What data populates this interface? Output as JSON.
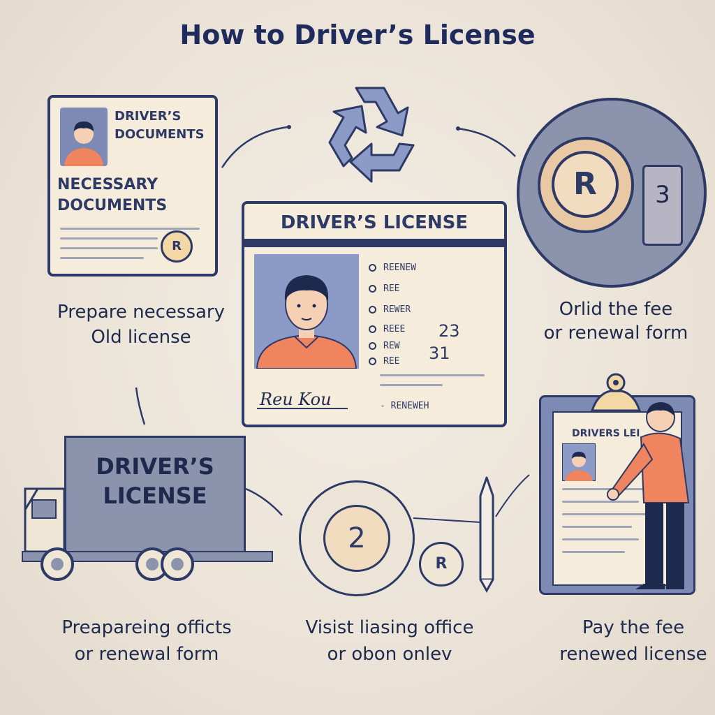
{
  "title": "How to Driver’s License",
  "doc_card": {
    "heading": "DRIVER’S DOCUMENTS",
    "subheading_1": "NECESSARY",
    "subheading_2": "DOCUMENTS",
    "stamp": "R"
  },
  "license_card": {
    "heading": "DRIVER’S LICENSE",
    "items": [
      "REENEW",
      "REE",
      "REWER",
      "REEE",
      "REW",
      "REE"
    ],
    "number_1": "23",
    "number_2": "31",
    "signature": "Reu Kou",
    "footer": "RENEWEH"
  },
  "fee_circle": {
    "letter": "R",
    "digit": "3"
  },
  "truck": {
    "line_1": "DRIVER’S",
    "line_2": "LICENSE"
  },
  "step_circle": {
    "number": "2",
    "coin": "R"
  },
  "clipboard": {
    "heading": "DRIVERS LEI"
  },
  "captions": {
    "top_left_1": "Prepare necessary",
    "top_left_2": "Old license",
    "top_right_1": "Orlid the fee",
    "top_right_2": "or renewal form",
    "bottom_left_1": "Preapareing officts",
    "bottom_left_2": "or  renewal form",
    "bottom_mid_1": "Visist liasing office",
    "bottom_mid_2": "or obon onlev",
    "bottom_right_1": "Pay the fee",
    "bottom_right_2": "renewed license"
  },
  "colors": {
    "navy": "#2e3a66",
    "card": "#f6ecdb",
    "orange": "#f0845f",
    "slate": "#8c93ad"
  }
}
